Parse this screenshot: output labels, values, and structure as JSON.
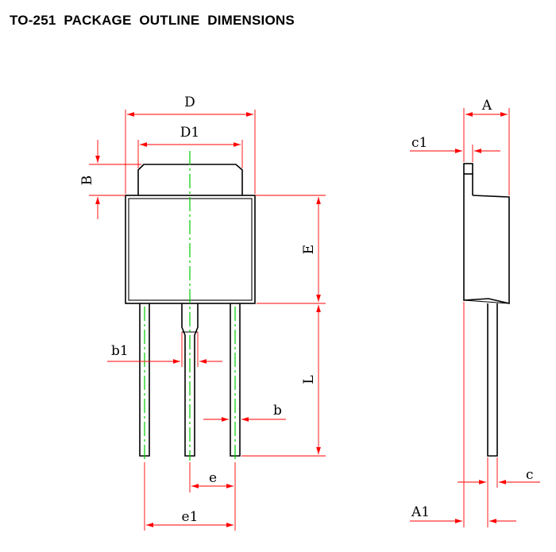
{
  "title": "TO-251  PACKAGE  OUTLINE  DIMENSIONS",
  "labels": {
    "D": "D",
    "D1": "D1",
    "B": "B",
    "E": "E",
    "L": "L",
    "b1": "b1",
    "b": "b",
    "e": "e",
    "e1": "e1",
    "A": "A",
    "c1": "c1",
    "c": "c",
    "A1": "A1"
  },
  "colors": {
    "outline": "#000000",
    "dimension": "#ff0000",
    "centerline": "#00cc00"
  }
}
